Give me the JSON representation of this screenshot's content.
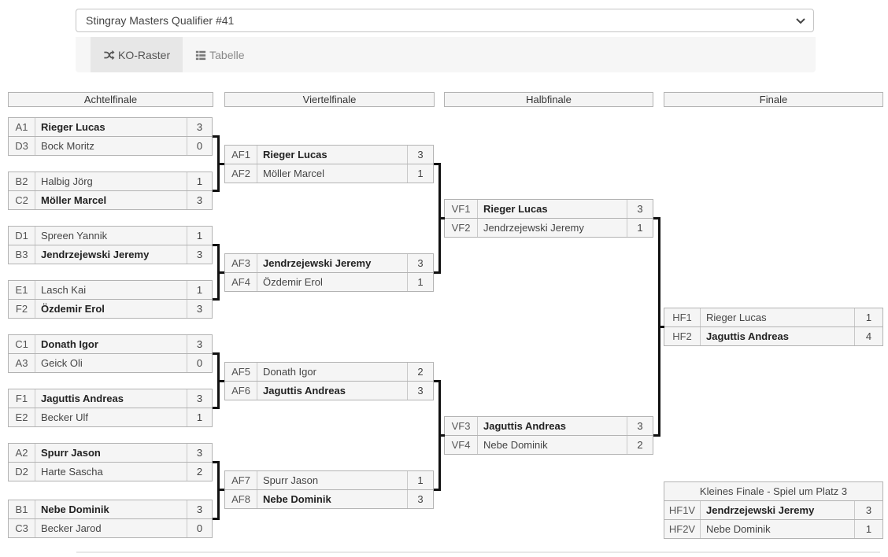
{
  "tournament_select": {
    "value": "Stingray Masters Qualifier #41"
  },
  "tabs": [
    {
      "label": "KO-Raster"
    },
    {
      "label": "Tabelle"
    }
  ],
  "rounds": [
    {
      "title": "Achtelfinale",
      "matches": [
        {
          "players": [
            {
              "slot": "A1",
              "name": "Rieger Lucas",
              "score": "3",
              "winner": true
            },
            {
              "slot": "D3",
              "name": "Bock Moritz",
              "score": "0",
              "winner": false
            }
          ]
        },
        {
          "players": [
            {
              "slot": "B2",
              "name": "Halbig Jörg",
              "score": "1",
              "winner": false
            },
            {
              "slot": "C2",
              "name": "Möller Marcel",
              "score": "3",
              "winner": true
            }
          ]
        },
        {
          "players": [
            {
              "slot": "D1",
              "name": "Spreen Yannik",
              "score": "1",
              "winner": false
            },
            {
              "slot": "B3",
              "name": "Jendrzejewski Jeremy",
              "score": "3",
              "winner": true
            }
          ]
        },
        {
          "players": [
            {
              "slot": "E1",
              "name": "Lasch Kai",
              "score": "1",
              "winner": false
            },
            {
              "slot": "F2",
              "name": "Özdemir Erol",
              "score": "3",
              "winner": true
            }
          ]
        },
        {
          "players": [
            {
              "slot": "C1",
              "name": "Donath Igor",
              "score": "3",
              "winner": true
            },
            {
              "slot": "A3",
              "name": "Geick Oli",
              "score": "0",
              "winner": false
            }
          ]
        },
        {
          "players": [
            {
              "slot": "F1",
              "name": "Jaguttis Andreas",
              "score": "3",
              "winner": true
            },
            {
              "slot": "E2",
              "name": "Becker Ulf",
              "score": "1",
              "winner": false
            }
          ]
        },
        {
          "players": [
            {
              "slot": "A2",
              "name": "Spurr Jason",
              "score": "3",
              "winner": true
            },
            {
              "slot": "D2",
              "name": "Harte Sascha",
              "score": "2",
              "winner": false
            }
          ]
        },
        {
          "players": [
            {
              "slot": "B1",
              "name": "Nebe Dominik",
              "score": "3",
              "winner": true
            },
            {
              "slot": "C3",
              "name": "Becker Jarod",
              "score": "0",
              "winner": false
            }
          ]
        }
      ]
    },
    {
      "title": "Viertelfinale",
      "matches": [
        {
          "players": [
            {
              "slot": "AF1",
              "name": "Rieger Lucas",
              "score": "3",
              "winner": true
            },
            {
              "slot": "AF2",
              "name": "Möller Marcel",
              "score": "1",
              "winner": false
            }
          ]
        },
        {
          "players": [
            {
              "slot": "AF3",
              "name": "Jendrzejewski Jeremy",
              "score": "3",
              "winner": true
            },
            {
              "slot": "AF4",
              "name": "Özdemir Erol",
              "score": "1",
              "winner": false
            }
          ]
        },
        {
          "players": [
            {
              "slot": "AF5",
              "name": "Donath Igor",
              "score": "2",
              "winner": false
            },
            {
              "slot": "AF6",
              "name": "Jaguttis Andreas",
              "score": "3",
              "winner": true
            }
          ]
        },
        {
          "players": [
            {
              "slot": "AF7",
              "name": "Spurr Jason",
              "score": "1",
              "winner": false
            },
            {
              "slot": "AF8",
              "name": "Nebe Dominik",
              "score": "3",
              "winner": true
            }
          ]
        }
      ]
    },
    {
      "title": "Halbfinale",
      "matches": [
        {
          "players": [
            {
              "slot": "VF1",
              "name": "Rieger Lucas",
              "score": "3",
              "winner": true
            },
            {
              "slot": "VF2",
              "name": "Jendrzejewski Jeremy",
              "score": "1",
              "winner": false
            }
          ]
        },
        {
          "players": [
            {
              "slot": "VF3",
              "name": "Jaguttis Andreas",
              "score": "3",
              "winner": true
            },
            {
              "slot": "VF4",
              "name": "Nebe Dominik",
              "score": "2",
              "winner": false
            }
          ]
        }
      ]
    },
    {
      "title": "Finale",
      "matches": [
        {
          "players": [
            {
              "slot": "HF1",
              "name": "Rieger Lucas",
              "score": "1",
              "winner": false
            },
            {
              "slot": "HF2",
              "name": "Jaguttis Andreas",
              "score": "4",
              "winner": true
            }
          ]
        }
      ]
    }
  ],
  "third_place": {
    "title": "Kleines Finale - Spiel um Platz 3",
    "match": {
      "players": [
        {
          "slot": "HF1V",
          "name": "Jendrzejewski Jeremy",
          "score": "3",
          "winner": true
        },
        {
          "slot": "HF2V",
          "name": "Nebe Dominik",
          "score": "1",
          "winner": false
        }
      ]
    }
  },
  "colors": {
    "connector": "#111111",
    "cell_background": "#f5f5f5",
    "cell_border": "#b3b3b3",
    "active_tab_background": "#e7e7e7"
  }
}
